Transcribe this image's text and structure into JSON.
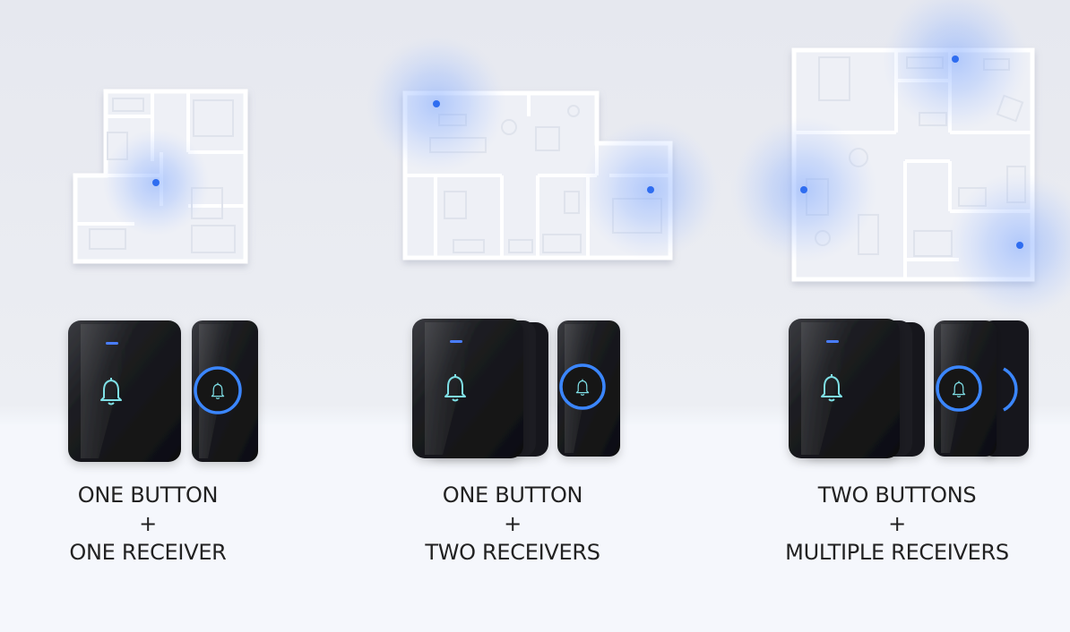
{
  "scenarios": [
    {
      "line1": "ONE BUTTON",
      "plus": "+",
      "line2": "ONE RECEIVER"
    },
    {
      "line1": "ONE BUTTON",
      "plus": "+",
      "line2": "TWO RECEIVERS"
    },
    {
      "line1": "TWO BUTTONS",
      "plus": "+",
      "line2": "MULTIPLE RECEIVERS"
    }
  ],
  "colors": {
    "background": "#e6e8ef",
    "floor_plan_wall": "#ffffff",
    "signal_glow": "#7fa8ff",
    "signal_dot": "#2f6df0",
    "device_body": "#1a1b1e",
    "button_ring": "#3a86ff",
    "bell_icon": "#7fe0e6",
    "text": "#222222"
  }
}
